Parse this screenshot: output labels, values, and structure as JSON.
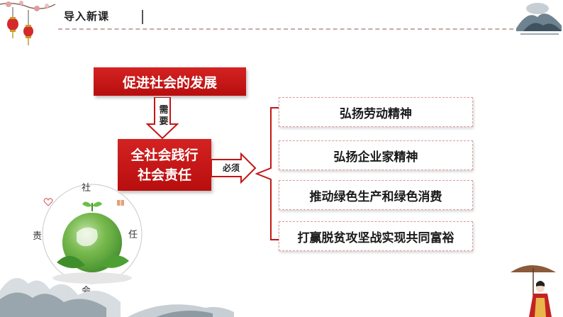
{
  "header": {
    "title": "导入新课"
  },
  "diagram": {
    "top_box": "促进社会的发展",
    "need_label": "需\n要",
    "center_box_line1": "全社会践行",
    "center_box_line2": "社会责任",
    "must_label": "必须",
    "items": [
      "弘扬劳动精神",
      "弘扬企业家精神",
      "推动绿色生产和绿色消费",
      "打赢脱贫攻坚战实现共同富裕"
    ]
  },
  "globe": {
    "labels": {
      "top": "社",
      "right": "任",
      "bottom": "会",
      "left": "责"
    }
  },
  "colors": {
    "accent_red": "#c41616",
    "border_pink": "#e09a9a"
  }
}
